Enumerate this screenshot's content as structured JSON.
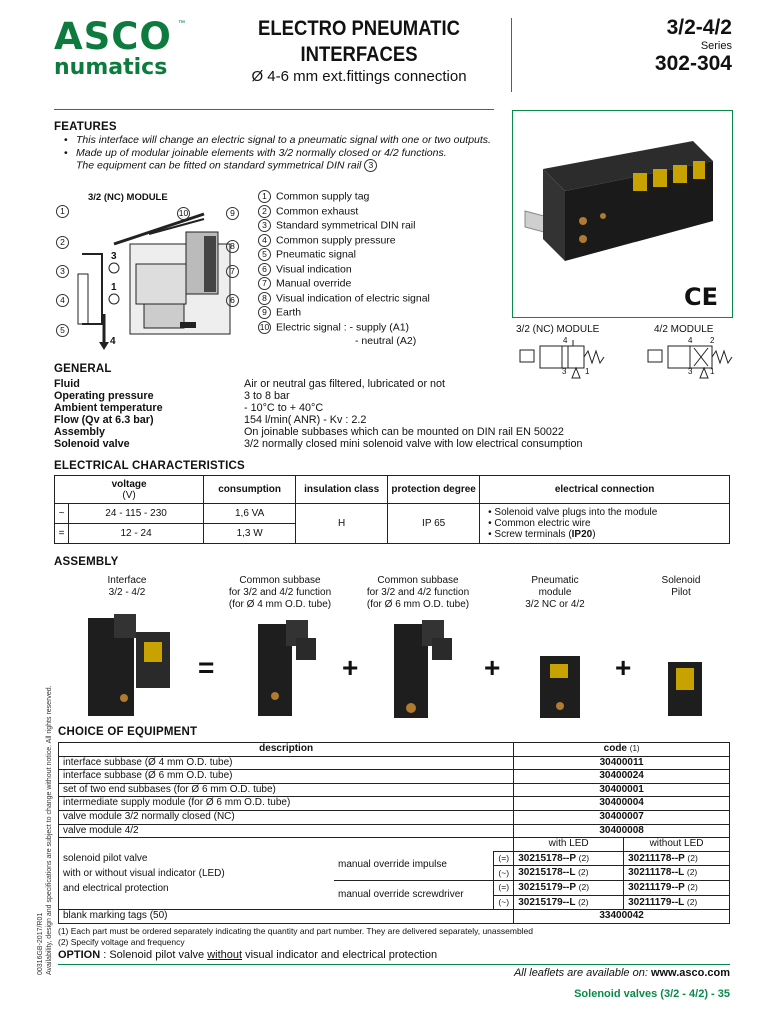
{
  "header": {
    "brand_top": "ASCO",
    "brand_bottom": "numatics",
    "tm": "™",
    "title_line1": "ELECTRO PNEUMATIC",
    "title_line2": "INTERFACES",
    "subtitle": "Ø 4-6 mm ext.fittings connection",
    "type": "3/2-4/2",
    "series_label": "Series",
    "series": "302-304"
  },
  "features": {
    "heading": "FEATURES",
    "bullet1": "This interface will change an electric signal to a pneumatic signal with one or two outputs.",
    "bullet2a": "Made up of modular joinable elements with 3/2 normally closed or 4/2 functions.",
    "bullet2b": "The equipment can be fitted on standard symmetrical DIN rail",
    "bullet2_ref": "3"
  },
  "diagram": {
    "title": "3/2 (NC) MODULE",
    "callouts": [
      "1",
      "2",
      "3",
      "4",
      "5",
      "10",
      "9",
      "8",
      "7",
      "6"
    ],
    "port3": "3",
    "port1": "1",
    "port4": "4"
  },
  "legend": [
    {
      "n": "1",
      "t": "Common supply tag"
    },
    {
      "n": "2",
      "t": "Common exhaust"
    },
    {
      "n": "3",
      "t": "Standard symmetrical DIN rail"
    },
    {
      "n": "4",
      "t": "Common supply pressure"
    },
    {
      "n": "5",
      "t": "Pneumatic signal"
    },
    {
      "n": "6",
      "t": "Visual indication"
    },
    {
      "n": "7",
      "t": "Manual override"
    },
    {
      "n": "8",
      "t": "Visual indication of electric signal"
    },
    {
      "n": "9",
      "t": "Earth"
    },
    {
      "n": "10",
      "t": "Electric signal :   - supply (A1)"
    }
  ],
  "legend_extra": "- neutral (A2)",
  "symbols": {
    "nc_title": "3/2 (NC) MODULE",
    "m42_title": "4/2 MODULE",
    "nc_ports": [
      "4",
      "3",
      "1"
    ],
    "m42_ports": [
      "4",
      "2",
      "3",
      "1"
    ],
    "ce": "CE"
  },
  "general": {
    "heading": "GENERAL",
    "rows": [
      {
        "k": "Fluid",
        "v": "Air or neutral gas filtered, lubricated or not"
      },
      {
        "k": "Operating pressure",
        "v": "3 to 8 bar"
      },
      {
        "k": "Ambient temperature",
        "v": "- 10°C to + 40°C"
      },
      {
        "k": "Flow (Qv at 6.3 bar)",
        "v": "154 l/min( ANR) - Kv : 2.2"
      },
      {
        "k": "Assembly",
        "v": "On joinable subbases which can be mounted on DIN rail EN 50022"
      },
      {
        "k": "Solenoid valve",
        "v": "3/2 normally closed mini solenoid valve with low electrical consumption"
      }
    ]
  },
  "electrical": {
    "heading": "ELECTRICAL CHARACTERISTICS",
    "h_voltage": "voltage",
    "h_voltage_unit": "(V)",
    "h_consumption": "consumption",
    "h_insulation": "insulation class",
    "h_protection": "protection degree",
    "h_connection": "electrical connection",
    "r1": {
      "sym": "~",
      "v": "24  - 115 - 230",
      "c": "1,6 VA"
    },
    "r2": {
      "sym": "=",
      "v": "12 - 24",
      "c": "1,3 W"
    },
    "insulation": "H",
    "protection": "IP 65",
    "conn1": "• Solenoid valve plugs into the module",
    "conn2": "• Common electric wire",
    "conn3": "• Screw terminals (",
    "conn3b": "IP20",
    "conn3c": ")"
  },
  "assembly": {
    "heading": "ASSEMBLY",
    "items": [
      {
        "l1": "Interface",
        "l2": "3/2 - 4/2",
        "l3": ""
      },
      {
        "l1": "Common subbase",
        "l2": "for 3/2 and 4/2 function",
        "l3": "(for Ø 4 mm O.D. tube)"
      },
      {
        "l1": "Common subbase",
        "l2": "for 3/2 and 4/2 function",
        "l3": "(for Ø 6 mm O.D. tube)"
      },
      {
        "l1": "Pneumatic",
        "l2": "module",
        "l3": "3/2 NC or 4/2"
      },
      {
        "l1": "Solenoid",
        "l2": "Pilot",
        "l3": ""
      }
    ],
    "eq": "=",
    "plus": "+"
  },
  "choice": {
    "heading": "CHOICE OF EQUIPMENT",
    "h_desc": "description",
    "h_code": "code",
    "h_code_note": "(1)",
    "rows": [
      {
        "d": "interface subbase (Ø 4 mm O.D. tube)",
        "c": "30400011"
      },
      {
        "d": "interface subbase (Ø 6 mm O.D. tube)",
        "c": "30400024"
      },
      {
        "d": "set of two end subbases (for Ø 6 mm O.D. tube)",
        "c": "30400001"
      },
      {
        "d": "intermediate supply module (for Ø 6 mm O.D. tube)",
        "c": "30400004"
      },
      {
        "d": "valve module 3/2 normally closed (NC)",
        "c": "30400007"
      },
      {
        "d": "valve module 4/2",
        "c": "30400008"
      }
    ],
    "with_led": "with LED",
    "without_led": "without LED",
    "pilot_l1": "solenoid pilot valve",
    "pilot_l2": "with or without visual indicator (LED)",
    "pilot_l3": "and electrical protection",
    "override_impulse": "manual override impulse",
    "override_screw": "manual override screwdriver",
    "sym_dc": "(=)",
    "sym_ac": "(~)",
    "p1": "30215178--P",
    "p1b": "30211178--P",
    "p2": "30215178--L",
    "p2b": "30211178--L",
    "p3": "30215179--P",
    "p3b": "30211179--P",
    "p4": "30215179--L",
    "p4b": "30211179--L",
    "note2": "(2)",
    "blank": "blank marking tags (50)",
    "blank_code": "33400042"
  },
  "footnotes": {
    "f1": "(1) Each part must be ordered separately indicating the quantity and part number. They are delivered separately, unassembled",
    "f2": "(2) Specify voltage and frequency"
  },
  "option": {
    "label": "OPTION",
    "text1": " : Solenoid pilot valve ",
    "text_u": "without",
    "text2": " visual indicator and electrical protection"
  },
  "footer": {
    "leaflets": "All leaflets are available on: ",
    "url": "www.asco.com",
    "page": "Solenoid valves (3/2 - 4/2) - 35",
    "side1": "00316GB-2017/R01",
    "side2": "Availability, design and specifications are subject to change without notice. All rights reserved."
  }
}
